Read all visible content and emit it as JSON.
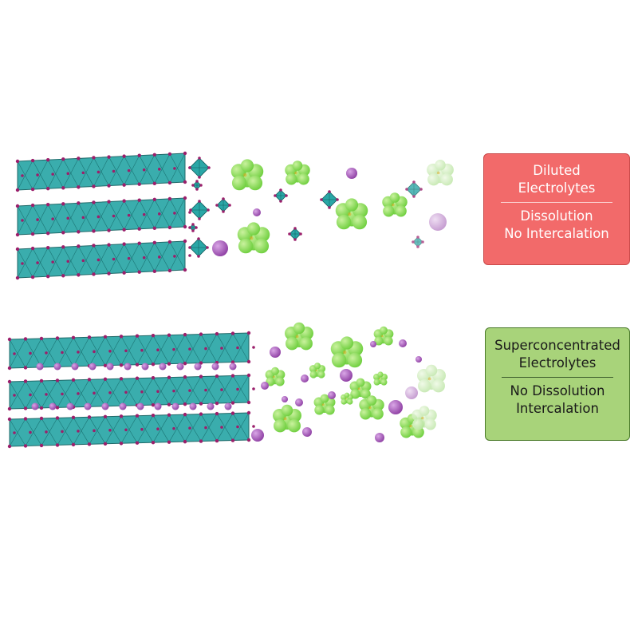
{
  "colors": {
    "layer_fill": "#2aa7a7",
    "layer_edge": "#0e5c5c",
    "vertex": "#9b1f6b",
    "cation": "#8e3fa3",
    "cation_light": "#c59bd0",
    "anion": "#66cc33",
    "anion_light": "#bfe6a8",
    "diluted_box": "#f26a6a",
    "super_box": "#a8d37a"
  },
  "labels": {
    "diluted": {
      "title_line1": "Diluted",
      "title_line2": "Electrolytes",
      "result_line1": "Dissolution",
      "result_line2": "No Intercalation"
    },
    "super": {
      "title_line1": "Superconcentrated",
      "title_line2": "Electrolytes",
      "result_line1": "No Dissolution",
      "result_line2": "Intercalation"
    }
  }
}
